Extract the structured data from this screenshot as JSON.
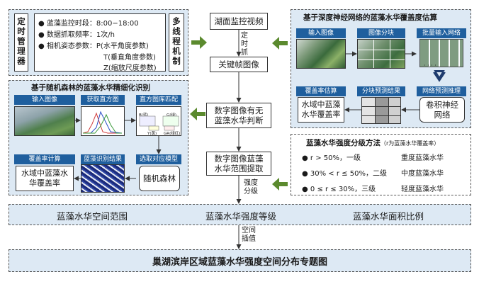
{
  "timing_block": {
    "left_label": "定时管理器",
    "right_label": "多线程机制",
    "items": [
      "蓝藻监控时段：8:00−18:00",
      "数据抓取频率：1次/h",
      "相机姿态参数：P(水平角度参数)"
    ],
    "param_t": "T(垂直角度参数)",
    "param_z": "Z(缩放尺度参数)"
  },
  "center_flow": {
    "video": "湖面监控视频",
    "capture": "定时抓取",
    "keyframe": "关键帧图像",
    "detect": "数字图像有无蓝藻水华判断",
    "extract": "数字图像蓝藻水华范围提取",
    "grade": "强度分级",
    "interp": "空间插值"
  },
  "cnn_panel": {
    "title": "基于深度神经网络的蓝藻水华覆盖度估算",
    "input": "输入图像",
    "tiles": "图像分块",
    "batch": "批量输入网络",
    "predict": "网络预测推理",
    "cnn": "卷积神经网络",
    "blocks": "分块预测结果",
    "cover": "覆盖率估算",
    "water": "水域中蓝藻水华覆盖率"
  },
  "rf_panel": {
    "title": "基于随机森林的蓝藻水华精细化识别",
    "input": "输入图像",
    "hist": "获取直方图",
    "match": "直方图库匹配",
    "cover_calc": "覆盖率计算",
    "result": "蓝藻识别结果",
    "select": "选取对应模型",
    "water": "水域中蓝藻水华覆盖率",
    "rf": "随机森林",
    "channel_b": "B(蓝)",
    "channel_g": "G(绿)",
    "channel_y": "Y(黄)",
    "channel_gr": "GR(绿红)"
  },
  "grading": {
    "title": "蓝藻水华强度分级方法",
    "note": "（r为蓝藻水华覆盖率）",
    "rows": [
      {
        "rule": "r > 50%，一级",
        "level": "重度蓝藻水华"
      },
      {
        "rule": "30% < r ≤ 50%，二级",
        "level": "中度蓝藻水华"
      },
      {
        "rule": "0 ≤ r ≤ 30%，三级",
        "level": "轻度蓝藻水华"
      }
    ]
  },
  "results": [
    "蓝藻水华空间范围",
    "蓝藻水华强度等级",
    "蓝藻水华面积比例"
  ],
  "final": "巢湖滨岸区域蓝藻水华强度空间分布专题图",
  "colors": {
    "panel": "#dde9f4",
    "button": "#1f5f9e",
    "arrow": "#5b8a2e"
  }
}
